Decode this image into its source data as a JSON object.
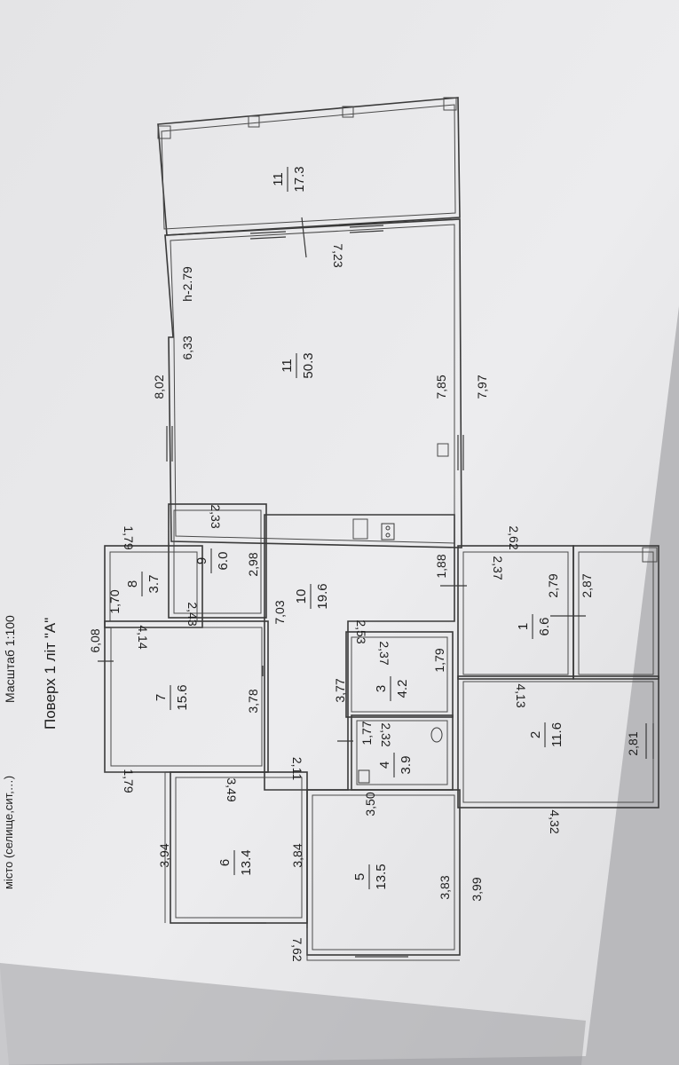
{
  "header": {
    "top_cut": "місто (селище,сит,…)",
    "scale": "Масштаб 1:100",
    "floor": "Поверх 1 літ \"А\""
  },
  "rooms": [
    {
      "id": "1",
      "number": "1",
      "area": "6.6"
    },
    {
      "id": "2",
      "number": "2",
      "area": "11.6"
    },
    {
      "id": "3",
      "number": "3",
      "area": "4.2"
    },
    {
      "id": "4",
      "number": "4",
      "area": "3.9"
    },
    {
      "id": "5",
      "number": "5",
      "area": "13.5"
    },
    {
      "id": "6",
      "number": "6",
      "area": "13.4"
    },
    {
      "id": "7",
      "number": "7",
      "area": "15.6"
    },
    {
      "id": "8",
      "number": "8",
      "area": "3.7"
    },
    {
      "id": "9",
      "number": "9",
      "area": "6.0"
    },
    {
      "id": "10",
      "number": "10",
      "area": "19.6"
    },
    {
      "id": "11a",
      "number": "11",
      "area": "50.3"
    },
    {
      "id": "11b",
      "number": "11",
      "area": "17.3"
    }
  ],
  "dims": {
    "d_8_02": "8,02",
    "d_6_33": "6,33",
    "d_h279": "h-2.79",
    "d_7_23": "7,23",
    "d_7_85": "7,85",
    "d_7_97": "7,97",
    "d_2_33": "2,33",
    "d_2_98": "2,98",
    "d_1_79a": "1,79",
    "d_1_70": "1,70",
    "d_2_43": "2,43",
    "d_2_62": "2,62",
    "d_1_88": "1,88",
    "d_2_37a": "2,37",
    "d_2_79": "2,79",
    "d_2_87": "2,87",
    "d_7_03": "7,03",
    "d_6_08": "6,08",
    "d_4_14": "4,14",
    "d_3_78": "3,78",
    "d_3_77": "3,77",
    "d_2_53": "2,53",
    "d_2_37b": "2,37",
    "d_1_79b": "1,79",
    "d_4_13": "4,13",
    "d_1_77": "1,77",
    "d_2_32": "2,32",
    "d_2_11": "2,11",
    "d_2_81": "2,81",
    "d_1_79c": "1,79",
    "d_3_49": "3,49",
    "d_3_50": "3,50",
    "d_4_32": "4,32",
    "d_3_94": "3,94",
    "d_3_84": "3,84",
    "d_3_83": "3,83",
    "d_3_99": "3,99",
    "d_7_62": "7,62"
  }
}
